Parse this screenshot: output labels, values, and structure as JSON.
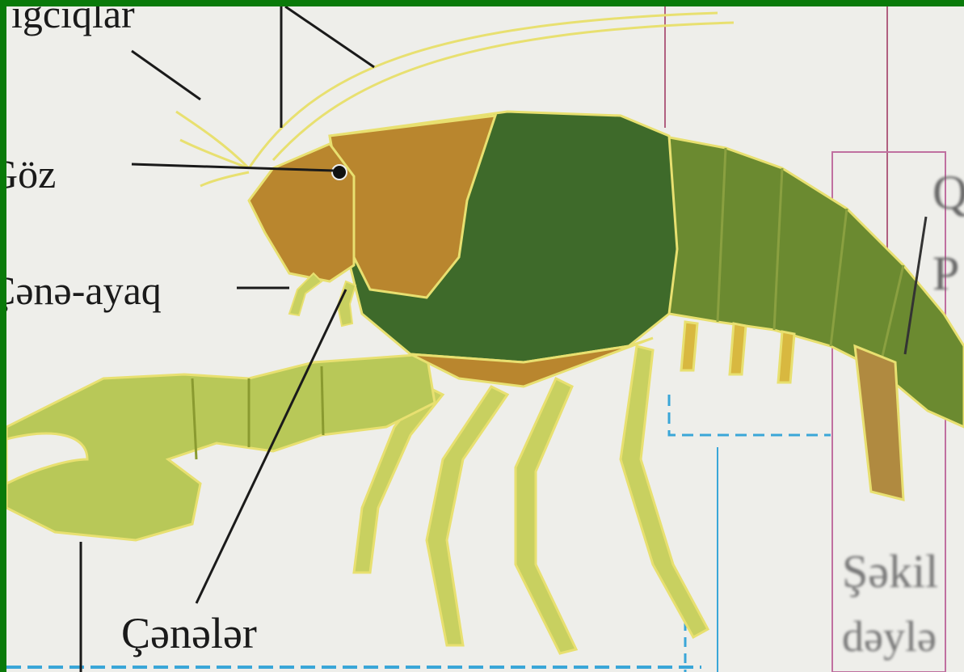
{
  "labels": {
    "top_partial": "ığcıqlar",
    "eye": "Göz",
    "jaw_leg": "Çənə-ayaq",
    "jaws": "Çənələr",
    "right_top_partial_1": "Q",
    "right_top_partial_2": "P",
    "right_bottom_partial_1": "Şəkil",
    "right_bottom_partial_2": "dəylə"
  },
  "colors": {
    "frame": "#0a7a0a",
    "paper": "#eeeeea",
    "carapace": "#3e6a2a",
    "head": "#b9862e",
    "abdomen": "#6b8a30",
    "claws": "#b8c858",
    "legs": "#c8d060",
    "outline": "#e8e060",
    "guide_blue": "#3aa6d8",
    "guide_pink": "#b06080"
  }
}
